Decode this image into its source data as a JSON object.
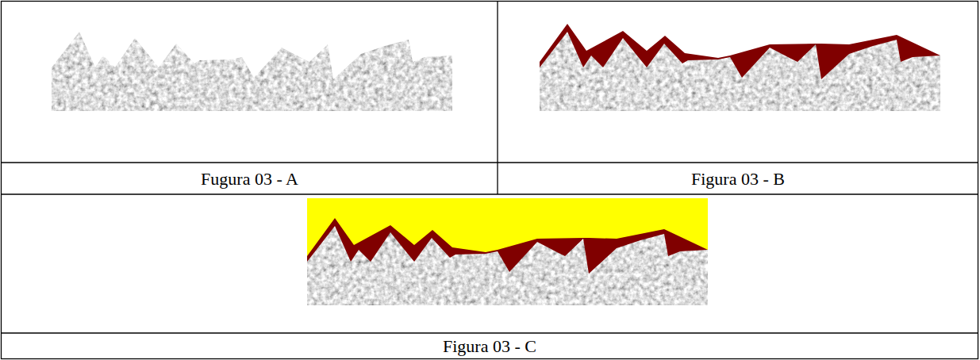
{
  "diagram": {
    "labels": [
      "Fugura 03 - A",
      "Figura 03 - B",
      "Figura 03 - C"
    ]
  }
}
